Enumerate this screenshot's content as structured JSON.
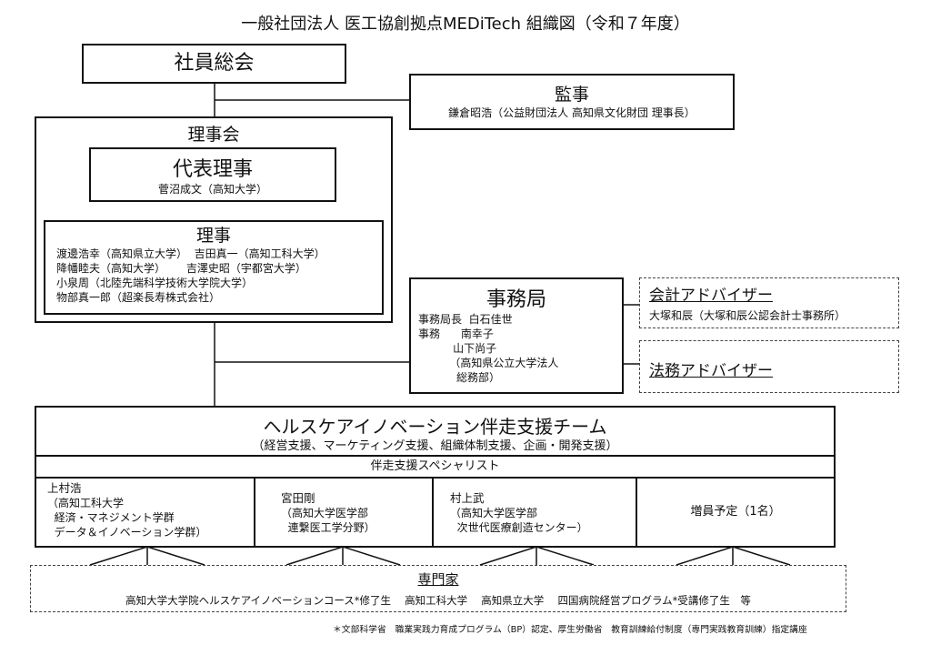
{
  "title": "一般社団法人 医工協創拠点MEDiTech 組織図（令和７年度）",
  "general_meeting": "社員総会",
  "auditor": {
    "heading": "監事",
    "member": "鎌倉昭浩（公益財団法人 高知県文化財団 理事長）"
  },
  "board": {
    "heading": "理事会",
    "rep": {
      "heading": "代表理事",
      "member": "菅沼成文（高知大学）"
    },
    "directors": {
      "heading": "理事",
      "lines": [
        "渡邊浩幸（高知県立大学）  吉田真一（高知工科大学）",
        "降幡睦夫（高知大学）      吉澤史昭（宇都宮大学）",
        "小泉周（北陸先端科学技術大学院大学）",
        "物部真一郎（超楽長寿株式会社）"
      ]
    }
  },
  "secretariat": {
    "heading": "事務局",
    "lines": [
      "事務局長  白石佳世",
      "事務      南幸子",
      "          山下尚子",
      "         （高知県公立大学法人",
      "           総務部）"
    ]
  },
  "accounting_advisor": {
    "heading": "会計アドバイザー",
    "member": "大塚和辰（大塚和辰公認会計士事務所）"
  },
  "legal_advisor": {
    "heading": "法務アドバイザー"
  },
  "team": {
    "heading": "ヘルスケアイノベーション伴走支援チーム",
    "subtitle": "（経営支援、マーケティング支援、組織体制支援、企画・開発支援）",
    "specialist_label": "伴走支援スペシャリスト",
    "specialists": [
      {
        "lines": [
          "上村浩",
          "（高知工科大学",
          "  経済・マネジメント学群",
          "  データ＆イノベーション学群）"
        ]
      },
      {
        "lines": [
          "宮田剛",
          "（高知大学医学部",
          "  連繋医工学分野）"
        ]
      },
      {
        "lines": [
          "村上武",
          "（高知大学医学部",
          "  次世代医療創造センター）"
        ]
      },
      {
        "lines": [
          "増員予定（1名）"
        ]
      }
    ]
  },
  "experts": {
    "heading": "専門家",
    "list": "高知大学大学院ヘルスケアイノベーションコース*修了生　 高知工科大学　 高知県立大学　 四国病院経営プログラム*受講修了生　等"
  },
  "footnote": "＊文部科学省　職業実践力育成プログラム（BP）認定、厚生労働省　教育訓練給付制度（専門実践教育訓練）指定講座"
}
